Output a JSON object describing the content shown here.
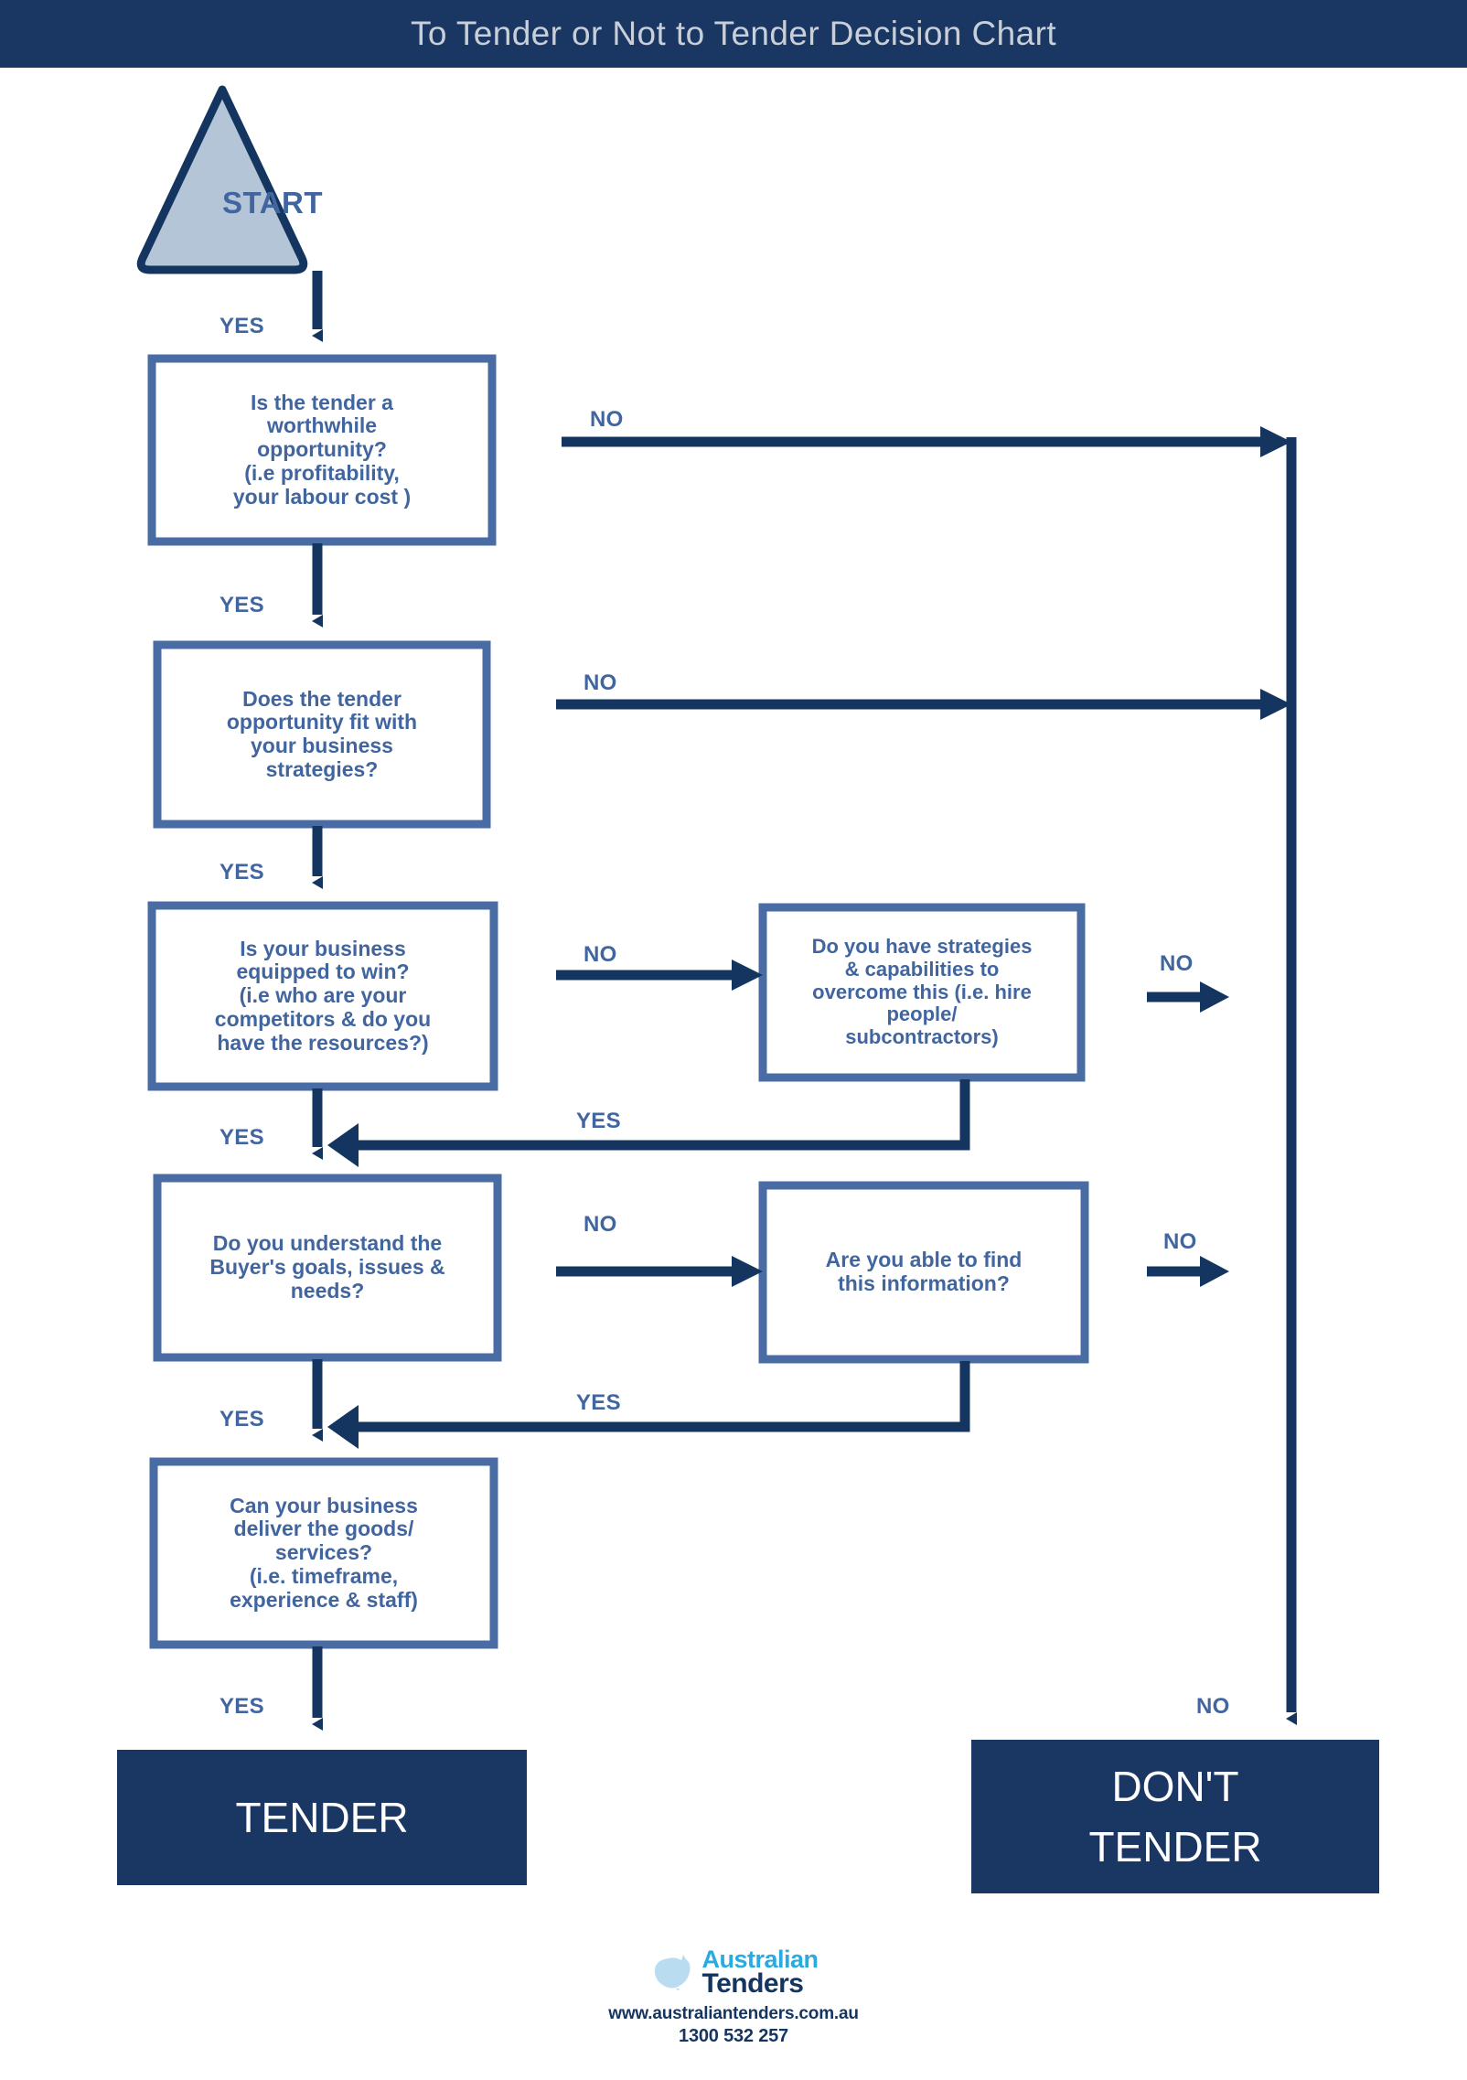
{
  "header": {
    "title": "To Tender or Not to Tender Decision Chart"
  },
  "colors": {
    "header_bg": "#1a3764",
    "node_border": "#4a6ca4",
    "node_text": "#41659f",
    "arrow": "#14355f",
    "start_fill": "#b3c5d7",
    "start_border": "#14355f",
    "terminal_bg": "#1a3764",
    "terminal_text": "#ffffff",
    "logo_cyan": "#29abe2",
    "logo_navy": "#14355f"
  },
  "start": {
    "label": "START"
  },
  "nodes": [
    {
      "id": "worthwhile",
      "text": "Is the tender a\nworthwhile\nopportunity?\n(i.e profitability,\nyour labour cost  )"
    },
    {
      "id": "strategies-fit",
      "text": "Does the tender\nopportunity fit with\nyour business\nstrategies?"
    },
    {
      "id": "equipped-to-win",
      "text": "Is your business\nequipped to win?\n(i.e who are your\ncompetitors & do you\nhave the resources?)"
    },
    {
      "id": "overcome-strategies",
      "text": "Do you have strategies\n& capabilities to\novercome this (i.e. hire\npeople/\nsubcontractors)"
    },
    {
      "id": "buyer-goals",
      "text": "Do you understand the\nBuyer's goals, issues &\nneeds?"
    },
    {
      "id": "find-information",
      "text": "Are you able to find\nthis information?"
    },
    {
      "id": "deliver-goods",
      "text": "Can your business\ndeliver the goods/\nservices?\n(i.e. timeframe,\nexperience & staff)"
    }
  ],
  "edge_labels": {
    "yes": "YES",
    "no": "NO"
  },
  "edges": [
    {
      "from": "start",
      "to": "worthwhile",
      "label": "YES"
    },
    {
      "from": "worthwhile",
      "to": "strategies-fit",
      "label": "YES"
    },
    {
      "from": "worthwhile",
      "to": "dont-tender-rail",
      "label": "NO"
    },
    {
      "from": "strategies-fit",
      "to": "equipped-to-win",
      "label": "YES"
    },
    {
      "from": "strategies-fit",
      "to": "dont-tender-rail",
      "label": "NO"
    },
    {
      "from": "equipped-to-win",
      "to": "overcome-strategies",
      "label": "NO"
    },
    {
      "from": "equipped-to-win",
      "to": "buyer-goals",
      "label": "YES"
    },
    {
      "from": "overcome-strategies",
      "to": "dont-tender-rail",
      "label": "NO"
    },
    {
      "from": "overcome-strategies",
      "to": "buyer-goals",
      "label": "YES"
    },
    {
      "from": "buyer-goals",
      "to": "find-information",
      "label": "NO"
    },
    {
      "from": "buyer-goals",
      "to": "deliver-goods",
      "label": "YES"
    },
    {
      "from": "find-information",
      "to": "dont-tender-rail",
      "label": "NO"
    },
    {
      "from": "find-information",
      "to": "deliver-goods",
      "label": "YES"
    },
    {
      "from": "deliver-goods",
      "to": "tender",
      "label": "YES"
    },
    {
      "from": "dont-tender-rail",
      "to": "dont-tender",
      "label": "NO"
    }
  ],
  "terminals": [
    {
      "id": "tender",
      "lines": [
        "TENDER"
      ]
    },
    {
      "id": "dont-tender",
      "lines": [
        "DON'T",
        "TENDER"
      ]
    }
  ],
  "footer": {
    "logo_word_1": "Australian",
    "logo_word_2": "Tenders",
    "url": "www.australiantenders.com.au",
    "phone": "1300 532 257"
  }
}
